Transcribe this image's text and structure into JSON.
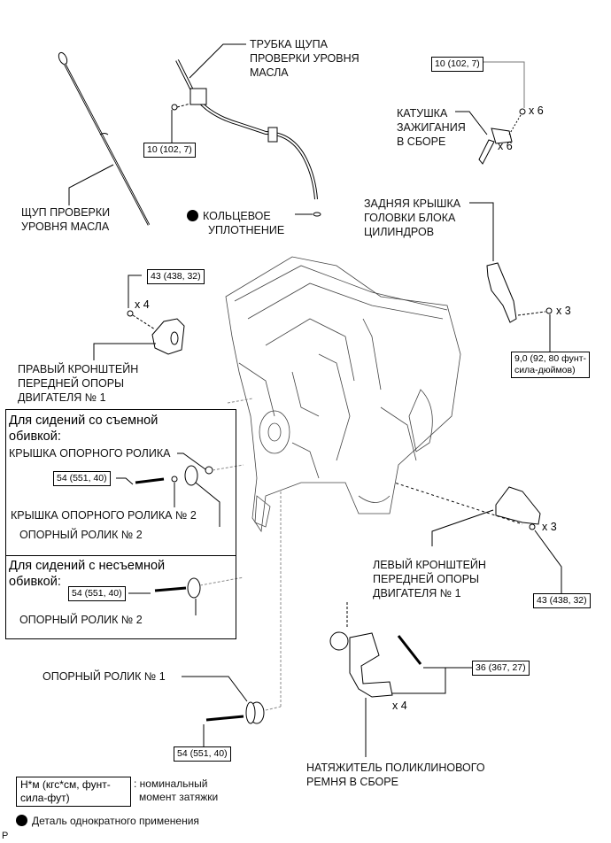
{
  "labels": {
    "dipstick": [
      "ЩУП ПРОВЕРКИ",
      "УРОВНЯ МАСЛА"
    ],
    "dipstick_guide": [
      "ТРУБКА ЩУПА",
      "ПРОВЕРКИ УРОВНЯ",
      "МАСЛА"
    ],
    "o_ring": [
      "КОЛЬЦЕВОЕ",
      "УПЛОТНЕНИЕ"
    ],
    "ignition_coil": [
      "КАТУШКА",
      "ЗАЖИГАНИЯ",
      "В СБОРЕ"
    ],
    "rear_cover": [
      "ЗАДНЯЯ КРЫШКА",
      "ГОЛОВКИ БЛОКА",
      "ЦИЛИНДРОВ"
    ],
    "right_bracket": [
      "ПРАВЫЙ КРОНШТЕЙН",
      "ПЕРЕДНЕЙ ОПОРЫ",
      "ДВИГАТЕЛЯ № 1"
    ],
    "left_bracket": [
      "ЛЕВЫЙ КРОНШТЕЙН",
      "ПЕРЕДНЕЙ ОПОРЫ",
      "ДВИГАТЕЛЯ № 1"
    ],
    "idler1": "ОПОРНЫЙ РОЛИК № 1",
    "tensioner": [
      "НАТЯЖИТЕЛЬ ПОЛИКЛИНОВОГО",
      "РЕМНЯ В СБОРЕ"
    ]
  },
  "torques": {
    "guide_bolt": "10 (102, 7)",
    "coil_bolt": "10 (102, 7)",
    "right_bracket_bolt": "43 (438, 32)",
    "rear_cover_bolt": [
      "9,0 (92, 80 фунт-",
      "сила-дюймов)"
    ],
    "left_bracket_bolt": "43 (438, 32)",
    "tensioner_bolt": "36 (367, 27)",
    "idler1_bolt": "54 (551, 40)",
    "panel_a_bolt": "54 (551, 40)",
    "panel_b_bolt": "54 (551, 40)"
  },
  "quantities": {
    "coil_bolt": "x 6",
    "coil": "x 6",
    "right_bracket": "x 4",
    "rear_cover": "x 3",
    "left_bracket": "x 3",
    "tensioner": "x 4"
  },
  "panel": {
    "a_title": [
      "Для сидений со съемной",
      "обивкой:"
    ],
    "a_cover": "КРЫШКА ОПОРНОГО РОЛИКА",
    "a_cover2": "КРЫШКА ОПОРНОГО РОЛИКА № 2",
    "a_idler": "ОПОРНЫЙ РОЛИК № 2",
    "b_title": [
      "Для сидений с несъемной",
      "обивкой:"
    ],
    "b_idler": "ОПОРНЫЙ РОЛИК № 2"
  },
  "legend": {
    "unit": [
      "Н*м (кгс*см, фунт-",
      "сила-фут)"
    ],
    "unit_desc": [
      ": номинальный",
      "момент затяжки"
    ],
    "non_reusable": "Деталь однократного применения"
  },
  "corner_mark": "P"
}
